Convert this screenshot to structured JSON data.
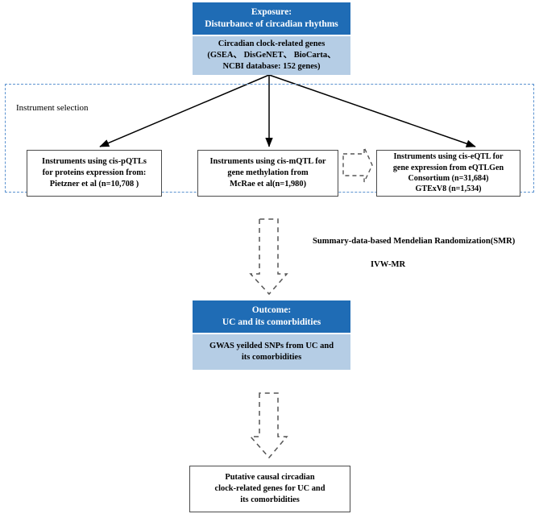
{
  "diagram": {
    "title": "Mendelian randomization study flowchart",
    "colors": {
      "header_blue": "#1f6cb5",
      "body_blue": "#b5cde5",
      "dashed_panel_blue": "#5b92d0",
      "box_border": "#4b4b4b",
      "arrow": "#000000"
    }
  },
  "exposure": {
    "header": {
      "line1": "Exposure:",
      "line2": "Disturbance of circadian rhythms"
    },
    "body": {
      "line1": "Circadian clock-related genes",
      "line2": "(GSEA、 DisGeNET、 BioCarta、",
      "line3": "NCBI database: 152 genes)"
    }
  },
  "instrument_panel": {
    "label": "Instrument selection",
    "boxes": [
      {
        "id": "pqtl",
        "line1": "Instruments using cis-pQTLs",
        "line2": "for proteins expression from:",
        "line3": "Pietzner et al (n=10,708 )"
      },
      {
        "id": "mqtl",
        "line1": "Instruments using cis-mQTL for",
        "line2": "gene methylation from",
        "line3": "McRae et al(n=1,980)"
      },
      {
        "id": "eqtl",
        "line1": "Instruments using cis-eQTL for",
        "line2": "gene expression from eQTLGen",
        "line3": "Consortium (n=31,684)",
        "line4": "GTExV8 (n=1,534)"
      }
    ]
  },
  "methods": {
    "line1": "Summary-data-based Mendelian Randomization(SMR)",
    "line2": "IVW-MR"
  },
  "outcome": {
    "header": {
      "line1": "Outcome:",
      "line2": "UC and its comorbidities"
    },
    "body": {
      "line1": "GWAS yeilded SNPs from UC and",
      "line2": "its comorbidities"
    }
  },
  "conclusion": {
    "line1": "Putative causal circadian",
    "line2": "clock-related genes for UC and",
    "line3": "its comorbidities"
  }
}
